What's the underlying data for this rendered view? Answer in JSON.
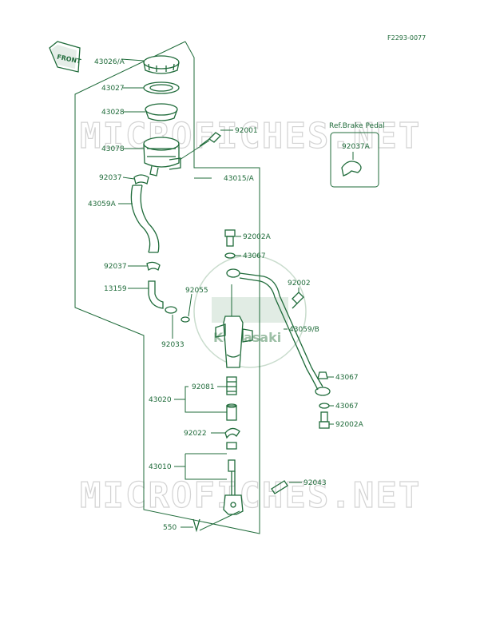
{
  "figure_id": "F2293-0077",
  "front_label": "FRONT",
  "ref_label": "Ref.Brake Pedal",
  "watermark": "MICROFICHES.NET",
  "logo_text": "Kawasaki",
  "parts": {
    "p43026A": "43026/A",
    "p43027": "43027",
    "p43028": "43028",
    "p92001": "92001",
    "p43078": "43078",
    "p92037A": "92037A",
    "p43015A": "43015/A",
    "p92037_top": "92037",
    "p43059A": "43059A",
    "p92002A_top": "92002A",
    "p43067_top": "43067",
    "p92037_mid": "92037",
    "p92002": "92002",
    "p13159": "13159",
    "p92055": "92055",
    "p43059B": "43059/B",
    "p92033": "92033",
    "p43067_mid": "43067",
    "p92081": "92081",
    "p43020": "43020",
    "p43067_low": "43067",
    "p92002A_low": "92002A",
    "p92022": "92022",
    "p43010": "43010",
    "p92043": "92043",
    "p550": "550"
  }
}
